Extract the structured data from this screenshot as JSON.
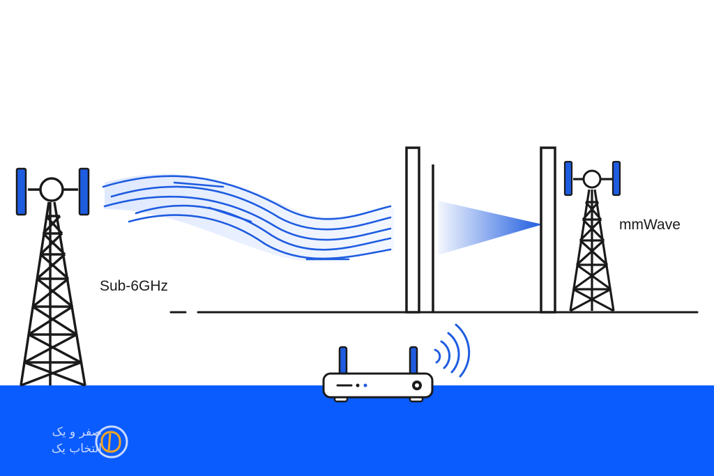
{
  "labels": {
    "sub6": "Sub-6GHz",
    "mmwave": "mmWave"
  },
  "watermark": {
    "line1": "صفر و یک",
    "line2": "انتخاب یک"
  },
  "colors": {
    "accent": "#1e5ce0",
    "ground": "#0a5cff",
    "ink": "#1a1a1a"
  }
}
